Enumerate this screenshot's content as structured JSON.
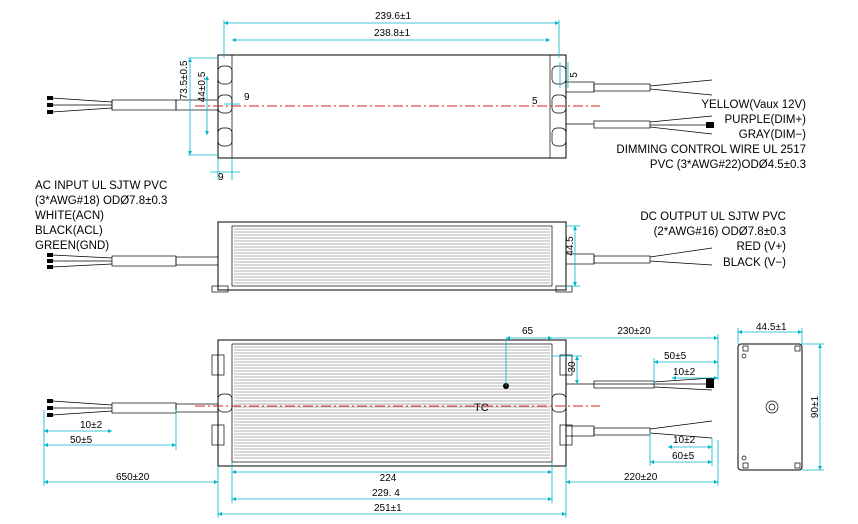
{
  "top_view": {
    "dim_overall": "239.6±1",
    "dim_inner": "238.8±1",
    "dim_height_outer": "73.5±0.5",
    "dim_height_inner": "44±0.5",
    "dim_slot_left": "9",
    "dim_slot_right": "5",
    "dim_center_mark": "5",
    "dim_bottom_left": "9"
  },
  "dimming_wire": {
    "line1": "YELLOW(Vaux 12V)",
    "line2": "PURPLE(DIM+)",
    "line3": "GRAY(DIM−)",
    "line4": "DIMMING CONTROL WIRE UL 2517",
    "line5": "PVC (3*AWG#22)ODØ4.5±0.3"
  },
  "ac_input": {
    "line1": "AC INPUT UL SJTW  PVC",
    "line2": "(3*AWG#18) ODØ7.8±0.3",
    "line3": "WHITE(ACN)",
    "line4": "BLACK(ACL)",
    "line5": "GREEN(GND)"
  },
  "dc_output": {
    "line1": "DC OUTPUT UL SJTW  PVC",
    "line2": "(2*AWG#16) ODØ7.8±0.3",
    "line3": "RED  (V+)",
    "line4": "BLACK (V−)"
  },
  "side_view": {
    "dim_height": "44.5"
  },
  "bottom_view": {
    "dim_65": "65",
    "dim_230": "230±20",
    "dim_30": "30",
    "dim_50_top": "50±5",
    "dim_10_top": "10±2",
    "tc_label": "TC",
    "dim_10_bot": "10±2",
    "dim_60": "60±5",
    "dim_10_left": "10±2",
    "dim_50_left": "50±5",
    "dim_650": "650±20",
    "dim_224": "224",
    "dim_220": "220±20",
    "dim_229": "229. 4",
    "dim_251": "251±1"
  },
  "end_view": {
    "dim_width": "44.5±1",
    "dim_height": "90±1"
  }
}
